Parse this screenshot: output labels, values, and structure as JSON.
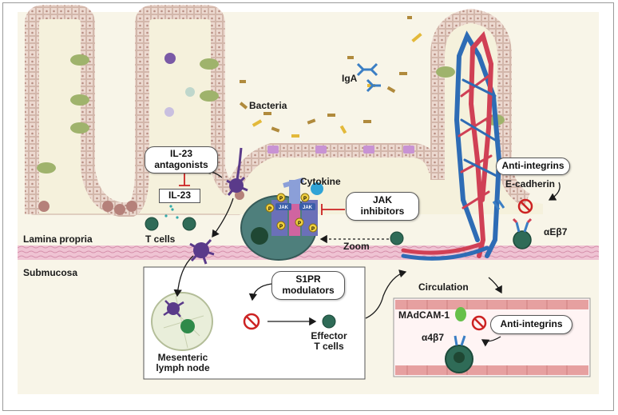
{
  "labels": {
    "bacteria": "Bacteria",
    "iga": "IgA",
    "il23_antagonists": "IL-23\nantagonists",
    "il23": "IL-23",
    "cytokine": "Cytokine",
    "jak_inhibitors": "JAK\ninhibitors",
    "jak": "JAK",
    "phospho": "P",
    "anti_integrins_top": "Anti-integrins",
    "e_cadherin": "E-cadherin",
    "aeb7": "αEβ7",
    "lamina_propria": "Lamina propria",
    "t_cells": "T cells",
    "zoom": "Zoom",
    "submucosa": "Submucosa",
    "s1pr_modulators": "S1PR\nmodulators",
    "mesenteric_lymph_node": "Mesenteric\nlymph node",
    "effector_t_cells": "Effector\nT cells",
    "circulation": "Circulation",
    "madcam1": "MAdCAM-1",
    "anti_integrins_bottom": "Anti-integrins",
    "a4b7": "α4β7"
  },
  "colors": {
    "epithelium": "#ead7cf",
    "lamina": "#f7f4e4",
    "submucosa_band": "#e8b6c8",
    "artery": "#d04055",
    "vein": "#2e6cb5",
    "dendritic_cell": "#5a3a8a",
    "t_cell": "#2f6b57",
    "inhibit": "#cc2222",
    "vessel_wall": "#e6a0a0"
  }
}
